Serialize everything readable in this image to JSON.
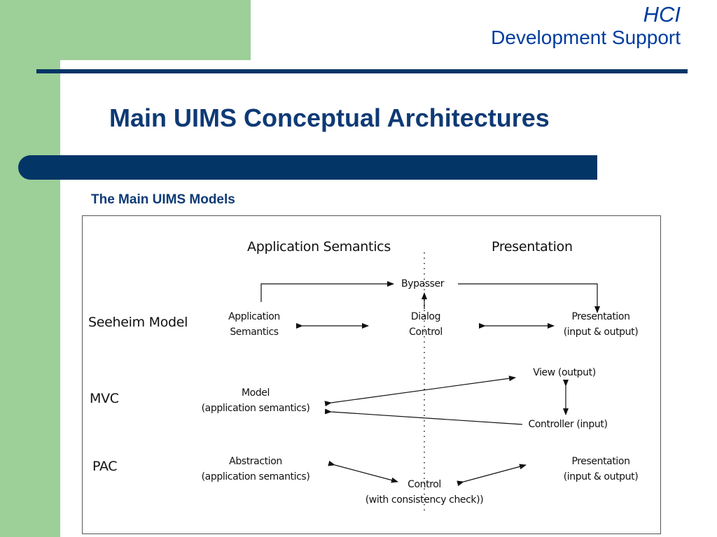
{
  "header": {
    "brand_title": "HCI",
    "brand_subtitle": "Development Support",
    "slide_title": "Main UIMS Conceptual Architectures"
  },
  "section": {
    "subtitle": "The Main UIMS Models"
  },
  "diagram": {
    "columns": {
      "left": "Application Semantics",
      "right": "Presentation"
    },
    "models": {
      "seeheim": "Seeheim Model",
      "mvc": "MVC",
      "pac": "PAC"
    },
    "seeheim": {
      "bypasser": "Bypasser",
      "app_line1": "Application",
      "app_line2": "Semantics",
      "dialog_line1": "Dialog",
      "dialog_line2": "Control",
      "pres_line1": "Presentation",
      "pres_line2": "(input & output)"
    },
    "mvc": {
      "model_line1": "Model",
      "model_line2": "(application semantics)",
      "view": "View (output)",
      "controller": "Controller (input)"
    },
    "pac": {
      "abs_line1": "Abstraction",
      "abs_line2": "(application semantics)",
      "pres_line1": "Presentation",
      "pres_line2": "(input & output)",
      "control_line1": "Control",
      "control_line2": "(with consistency check))"
    }
  },
  "colors": {
    "green": "#9dcf98",
    "navy": "#033567",
    "title_blue": "#0e3a75",
    "brand_blue": "#003c9e"
  }
}
